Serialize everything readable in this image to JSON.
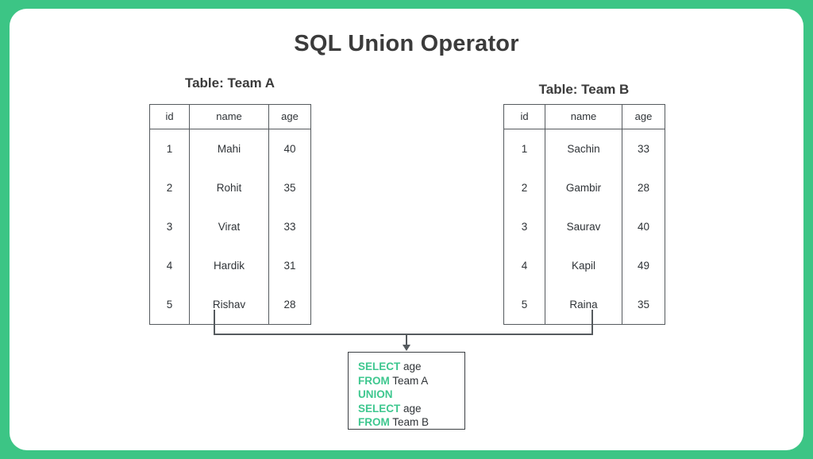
{
  "page": {
    "title": "SQL Union Operator",
    "frame_color": "#3cc585",
    "card_background": "#ffffff",
    "text_color": "#3b3b3b",
    "line_color": "#555a5e",
    "keyword_color": "#3ec78f"
  },
  "tables": [
    {
      "caption": "Table: Team A",
      "columns": [
        "id",
        "name",
        "age"
      ],
      "rows": [
        [
          "1",
          "Mahi",
          "40"
        ],
        [
          "2",
          "Rohit",
          "35"
        ],
        [
          "3",
          "Virat",
          "33"
        ],
        [
          "4",
          "Hardik",
          "31"
        ],
        [
          "5",
          "Rishav",
          "28"
        ]
      ]
    },
    {
      "caption": "Table: Team B",
      "columns": [
        "id",
        "name",
        "age"
      ],
      "rows": [
        [
          "1",
          "Sachin",
          "33"
        ],
        [
          "2",
          "Gambir",
          "28"
        ],
        [
          "3",
          "Saurav",
          "40"
        ],
        [
          "4",
          "Kapil",
          "49"
        ],
        [
          "5",
          "Raina",
          "35"
        ]
      ]
    }
  ],
  "query": {
    "lines": [
      {
        "keyword": "SELECT",
        "rest": " age"
      },
      {
        "keyword": "FROM",
        "rest": " Team A"
      },
      {
        "keyword": "UNION",
        "rest": ""
      },
      {
        "keyword": "SELECT",
        "rest": " age"
      },
      {
        "keyword": "FROM",
        "rest": " Team B"
      }
    ]
  },
  "connector": {
    "name": "union-connector",
    "description": "arrow"
  }
}
